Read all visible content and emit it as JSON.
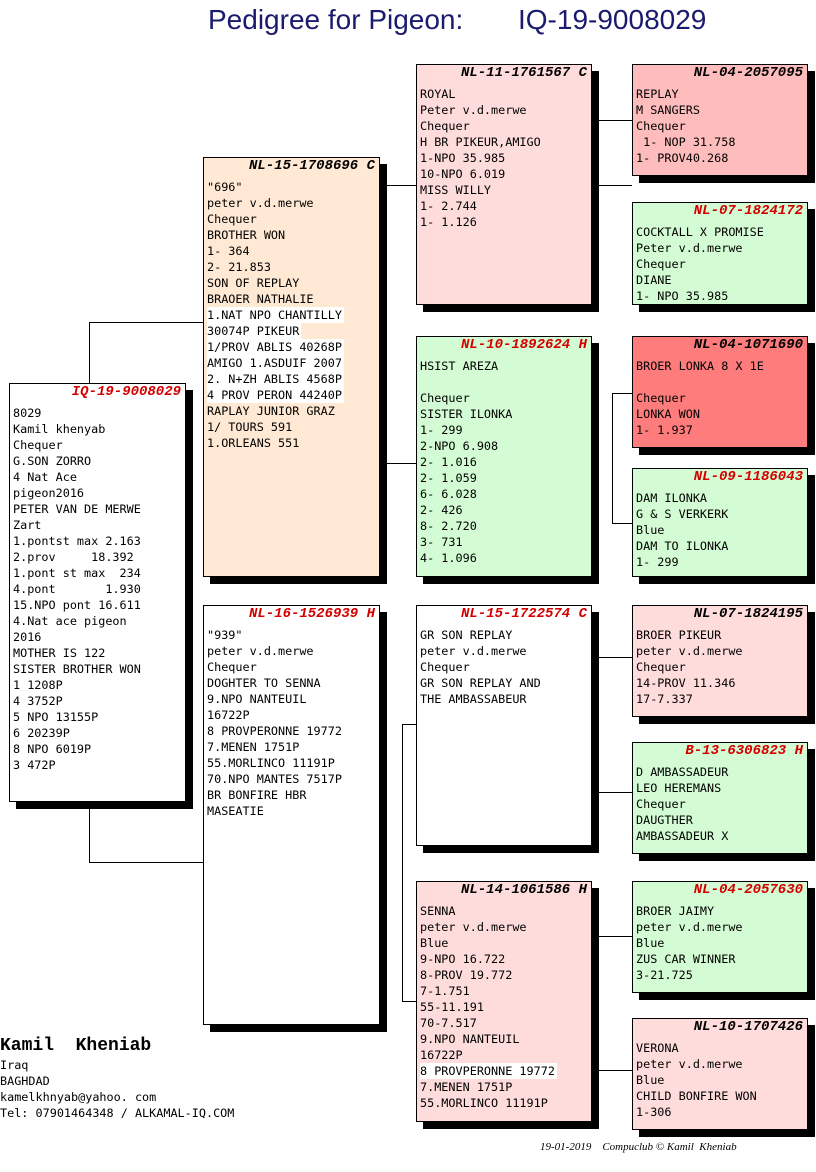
{
  "title": {
    "label": "Pedigree for Pigeon:",
    "ring": "IQ-19-9008029"
  },
  "colors": {
    "pink": "#ffdcdc",
    "pink_mid": "#ffbcbc",
    "red": "#ff7c7c",
    "green": "#d4fcd4",
    "peach": "#ffe9d4",
    "white": "#ffffff",
    "hdr_red": "#d40000"
  },
  "pigeons": {
    "main": {
      "ring": "IQ-19-9008029",
      "lines": [
        "8029",
        "Kamil khenyab",
        "Chequer",
        "G.SON ZORRO",
        "4 Nat Ace",
        "pigeon2016",
        "PETER VAN DE MERWE",
        "Zart",
        "1.pontst max 2.163",
        "2.prov     18.392",
        "1.pont st max  234",
        "4.pont       1.930",
        "15.NPO pont 16.611",
        "4.Nat ace pigeon",
        "2016",
        "MOTHER IS 122",
        "SISTER BROTHER WON",
        "1 1208P",
        "4 3752P",
        "5 NPO 13155P",
        "6 20239P",
        "8 NPO 6019P",
        "3 472P"
      ]
    },
    "sire": {
      "ring": "NL-15-1708696 C",
      "lines": [
        "\"696\"",
        "peter v.d.merwe",
        "Chequer",
        "BROTHER WON",
        "1- 364",
        "2- 21.853",
        "SON OF REPLAY",
        "BRAOER NATHALIE",
        "1.NAT NPO CHANTILLY",
        "30074P PIKEUR",
        "1/PROV ABLIS 40268P",
        "AMIGO 1.ASDUIF 2007",
        "2. N+ZH ABLIS 4568P",
        "4 PROV PERON 44240P",
        "RAPLAY JUNIOR GRAZ",
        "1/ TOURS 591",
        "1.ORLEANS 551"
      ]
    },
    "dam": {
      "ring": "NL-16-1526939 H",
      "lines": [
        "\"939\"",
        "peter v.d.merwe",
        "Chequer",
        "DOGHTER TO SENNA",
        "9.NPO NANTEUIL",
        "16722P",
        "8 PROVPERONNE 19772",
        "7.MENEN 1751P",
        "55.MORLINCO 11191P",
        "70.NPO MANTES 7517P",
        "BR BONFIRE HBR",
        "MASEATIE"
      ]
    },
    "ss": {
      "ring": "NL-11-1761567 C",
      "lines": [
        "ROYAL",
        "Peter v.d.merwe",
        "Chequer",
        "H BR PIKEUR,AMIGO",
        "1-NPO 35.985",
        "10-NPO 6.019",
        "MISS WILLY",
        "1- 2.744",
        "1- 1.126"
      ]
    },
    "sd": {
      "ring": "NL-10-1892624 H",
      "lines": [
        "HSIST AREZA",
        "",
        "Chequer",
        "SISTER ILONKA",
        "1- 299",
        "2-NPO 6.908",
        "2- 1.016",
        "2- 1.059",
        "6- 6.028",
        "2- 426",
        "8- 2.720",
        "3- 731",
        "4- 1.096"
      ]
    },
    "ds": {
      "ring": "NL-15-1722574 C",
      "lines": [
        "GR SON REPLAY",
        "peter v.d.merwe",
        "Chequer",
        "GR SON REPLAY AND",
        "THE AMBASSABEUR"
      ]
    },
    "dd": {
      "ring": "NL-14-1061586 H",
      "lines": [
        "SENNA",
        "peter v.d.merwe",
        "Blue",
        "9-NPO 16.722",
        "8-PROV 19.772",
        "7-1.751",
        "55-11.191",
        "70-7.517",
        "9.NPO NANTEUIL",
        "16722P",
        "8 PROVPERONNE 19772",
        "7.MENEN 1751P",
        "55.MORLINCO 11191P"
      ]
    },
    "sss": {
      "ring": "NL-04-2057095",
      "lines": [
        "REPLAY",
        "M SANGERS",
        "Chequer",
        " 1- NOP 31.758",
        "1- PROV40.268"
      ]
    },
    "ssd": {
      "ring": "NL-07-1824172",
      "lines": [
        "COCKTALL X PROMISE",
        "Peter v.d.merwe",
        "Chequer",
        "DIANE",
        "1- NPO 35.985"
      ]
    },
    "sds": {
      "ring": "NL-04-1071690",
      "lines": [
        "BROER LONKA 8 X 1E",
        "",
        "Chequer",
        "LONKA WON",
        "1- 1.937"
      ]
    },
    "sdd": {
      "ring": "NL-09-1186043",
      "lines": [
        "DAM ILONKA",
        "G & S VERKERK",
        "Blue",
        "DAM TO ILONKA",
        "1- 299"
      ]
    },
    "dss": {
      "ring": "NL-07-1824195",
      "lines": [
        "BROER PIKEUR",
        "peter v.d.merwe",
        "Chequer",
        "14-PROV 11.346",
        "17-7.337"
      ]
    },
    "dsd": {
      "ring": "B-13-6306823 H",
      "lines": [
        "D AMBASSADEUR",
        "LEO HEREMANS",
        "Chequer",
        "DAUGTHER",
        "AMBASSADEUR X"
      ]
    },
    "dds": {
      "ring": "NL-04-2057630",
      "lines": [
        "BROER JAIMY",
        "peter v.d.merwe",
        "Blue",
        "ZUS CAR WINNER",
        "3-21.725"
      ]
    },
    "ddd": {
      "ring": "NL-10-1707426",
      "lines": [
        "VERONA",
        "peter v.d.merwe",
        "Blue",
        "CHILD BONFIRE WON",
        "1-306"
      ]
    }
  },
  "breeder": {
    "name": "Kamil  Kheniab",
    "lines": [
      "Iraq",
      "BAGHDAD",
      "kamelkhnyab@yahoo. com",
      "Tel: 07901464348 / ALKAMAL-IQ.COM"
    ]
  },
  "footer": {
    "date": "19-01-2019",
    "credit": "Compuclub © Kamil  Kheniab"
  }
}
